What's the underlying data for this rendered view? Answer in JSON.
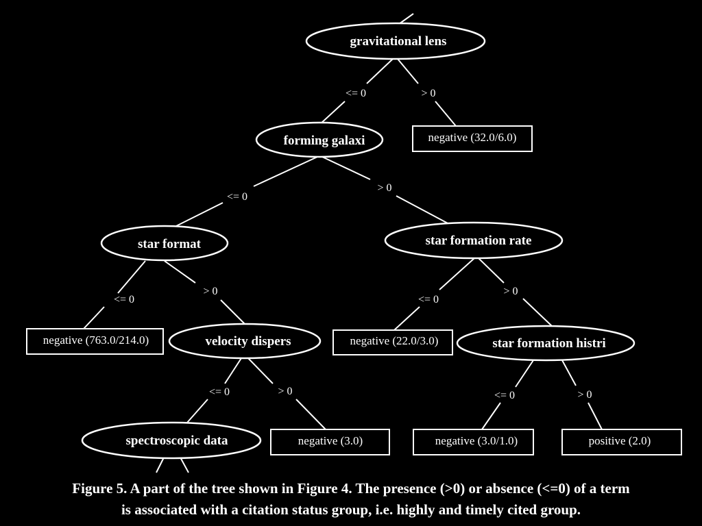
{
  "nodes": {
    "n_grav": "gravitational lens",
    "n_form": "forming galaxi",
    "n_starfmt": "star format",
    "n_sfr": "star formation rate",
    "n_vel": "velocity dispers",
    "n_sfh": "star formation histri",
    "n_spec": "spectroscopic data"
  },
  "leaves": {
    "l_neg_32": "negative (32.0/6.0)",
    "l_neg_763": "negative (763.0/214.0)",
    "l_neg_22": "negative (22.0/3.0)",
    "l_neg_3": "negative (3.0)",
    "l_neg_3_1": "negative (3.0/1.0)",
    "l_pos_2": "positive (2.0)"
  },
  "edge_labels": {
    "le": "<= 0",
    "gt": "> 0"
  },
  "caption": {
    "line1": "Figure 5. A part of the tree shown in Figure 4. The presence (>0) or absence (<=0) of a term",
    "line2": "is associated with a citation status group, i.e. highly and timely cited group."
  }
}
